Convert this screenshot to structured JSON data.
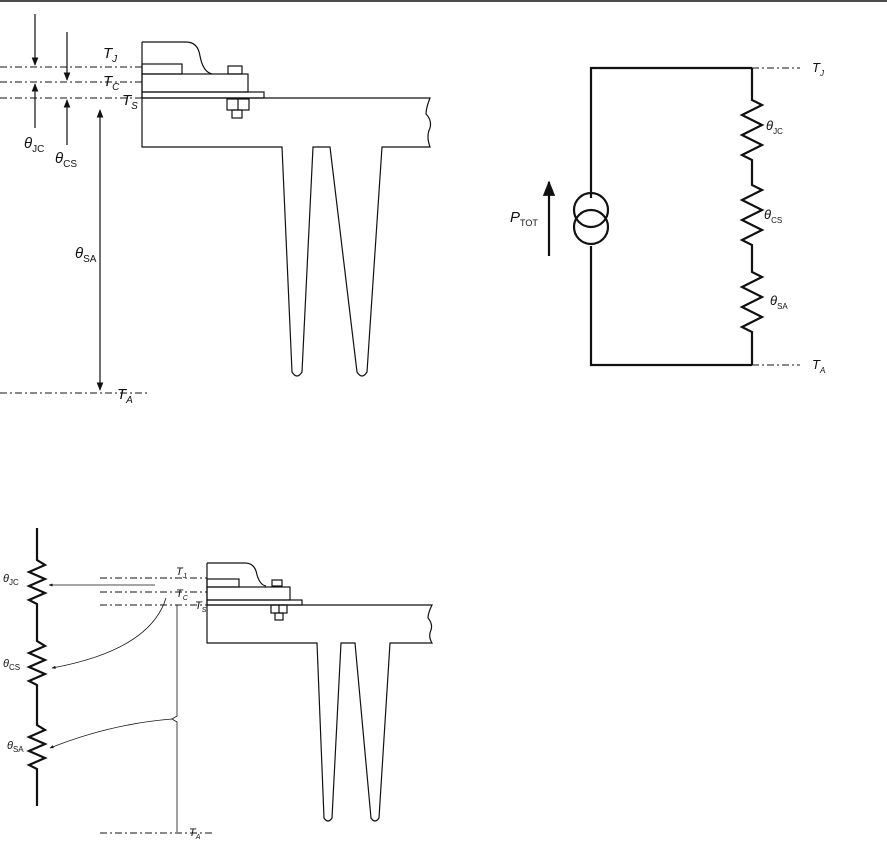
{
  "labels": {
    "tj": "T",
    "tj_sub": "J",
    "tc": "T",
    "tc_sub": "C",
    "ts": "T",
    "ts_sub": "S",
    "ta": "T",
    "ta_sub": "A",
    "theta": "θ",
    "jc": "JC",
    "cs": "CS",
    "sa": "SA",
    "p": "P",
    "p_sub": "TOT"
  },
  "colors": {
    "line": "#111111",
    "background": "#ffffff"
  },
  "figures": [
    {
      "name": "heatsink-cross-section-with-dimension-arrows"
    },
    {
      "name": "thermal-equivalent-circuit"
    },
    {
      "name": "heatsink-with-resistance-mapping"
    }
  ]
}
